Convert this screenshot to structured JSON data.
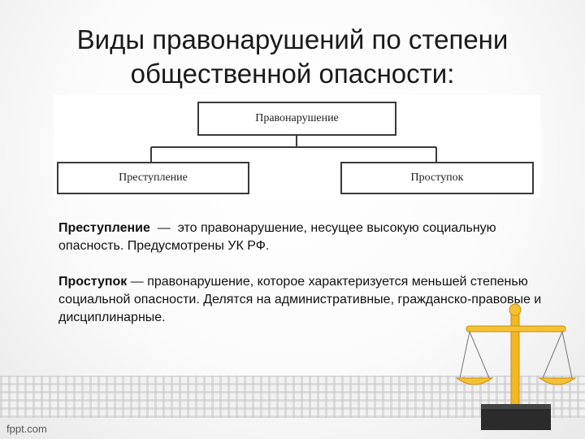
{
  "title": {
    "line1": "Виды правонарушений по степени",
    "line2": "общественной опасности:"
  },
  "diagram": {
    "root": "Правонарушение",
    "left": "Преступление",
    "right": "Проступок"
  },
  "definitions": [
    {
      "term": "Преступление",
      "dash": "—",
      "text": "это правонарушение, несущее высокую социальную опасность.  Предусмотрены УК РФ."
    },
    {
      "term": "Проступок",
      "dash": "—",
      "text": "правонарушение, которое характеризуется меньшей степенью социальной опасности. Делятся на административные, гражданско-правовые и дисциплинарные."
    }
  ],
  "footer": {
    "logo": "fppt.com"
  },
  "illustration": {
    "icon": "scales-of-justice-icon"
  },
  "colors": {
    "gold": "#f2b823",
    "base": "#2b2b2b",
    "decor": "#c8c8c8"
  }
}
